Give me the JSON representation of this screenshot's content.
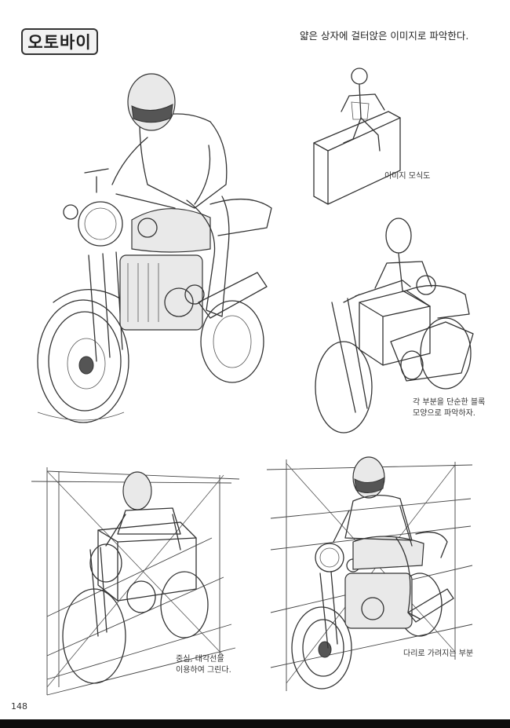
{
  "header": {
    "title": "오토바이",
    "subtitle": "얇은 상자에 걸터앉은 이미지로 파악한다."
  },
  "captions": {
    "image_model": "이미지 모식도",
    "block_shape_line1": "각 부분을 단순한 블록",
    "block_shape_line2": "모양으로 파악하자.",
    "center_line1": "중심, 대각선을",
    "center_line2": "이용하여 그린다.",
    "hidden_leg": "다리로 가려지는 부분"
  },
  "footer": {
    "page_number": "148"
  }
}
